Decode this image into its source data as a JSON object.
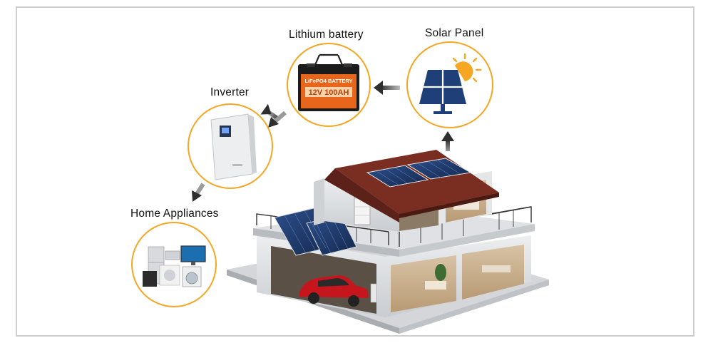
{
  "labels": {
    "lithium_battery": "Lithium battery",
    "solar_panel": "Solar Panel",
    "inverter": "Inverter",
    "home_appliances": "Home Appliances",
    "battery_brand": "LiFePO4 BATTERY",
    "battery_rating": "12V 100AH"
  },
  "colors": {
    "circle_border": "#f5a623",
    "solar_icon": "#1f3f78",
    "sun_icon": "#f5a623",
    "battery_body": "#e8661c",
    "roof": "#7a2e22",
    "arrow": "#4a4a4a",
    "frame": "#cfcfcf"
  },
  "icons": [
    "solar-panel-icon",
    "sun-icon",
    "battery-icon",
    "inverter-icon",
    "appliances-icon",
    "house-illustration",
    "car-illustration"
  ]
}
